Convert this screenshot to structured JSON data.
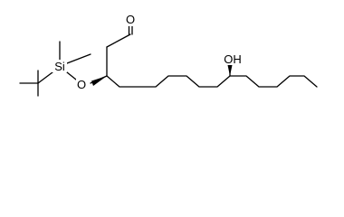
{
  "molecule": {
    "atoms": {
      "aldehyde_o": "O",
      "ether_o": "O",
      "silicon": "Si",
      "hydroxyl": "OH"
    }
  }
}
